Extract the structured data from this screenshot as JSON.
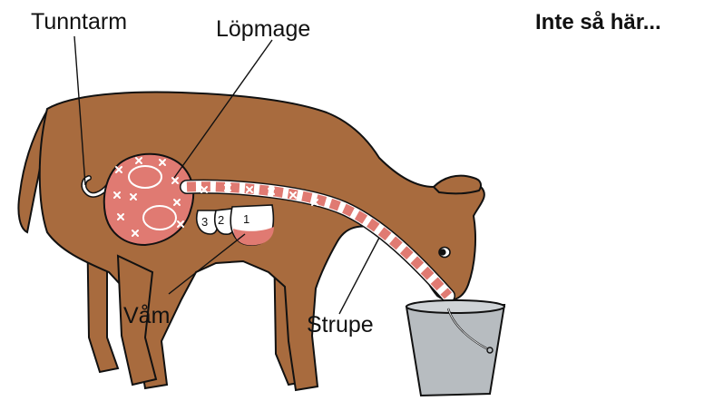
{
  "heading": "Inte så här...",
  "labels": {
    "small_intestine": "Tunntarm",
    "abomasum": "Löpmage",
    "rumen": "Våm",
    "esophagus": "Strupe"
  },
  "stomach_chambers": [
    "1",
    "2",
    "3"
  ],
  "colors": {
    "cow_body": "#a86b3e",
    "organ": "#e07a72",
    "bucket": "#b7bcc0",
    "outline": "#111111"
  }
}
